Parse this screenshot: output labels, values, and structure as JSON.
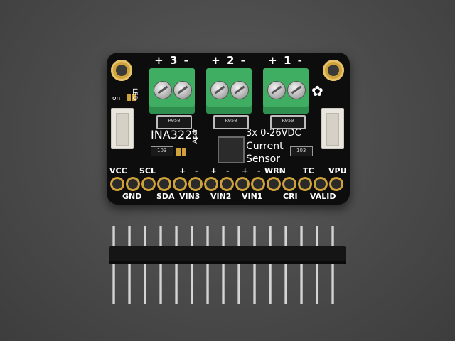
{
  "board": {
    "channels": [
      {
        "label": "+ 3 -"
      },
      {
        "label": "+ 2 -"
      },
      {
        "label": "+ 1 -"
      }
    ],
    "resistor_code": "R050",
    "chip_name": "INA3221",
    "spec_line": "3x 0-26VDC",
    "title_line1": "Current",
    "title_line2": "Sensor",
    "on_label": "on",
    "led_label": "LED",
    "addr_label": "Addr",
    "res_code_small": "103",
    "pins_top": [
      "VCC",
      "SCL",
      "+",
      "-",
      "+",
      "-",
      "+",
      "-",
      "WRN",
      "TC",
      "VPU"
    ],
    "pins_bottom": [
      "GND",
      "SDA",
      "VIN3",
      "VIN2",
      "VIN1",
      "CRI",
      "VALID"
    ]
  },
  "colors": {
    "pcb": "#0d0d0d",
    "gold": "#cfa23a",
    "terminal": "#3fae62",
    "background": "#4a4a4a"
  },
  "icons": [
    "adafruit-flower-logo"
  ]
}
